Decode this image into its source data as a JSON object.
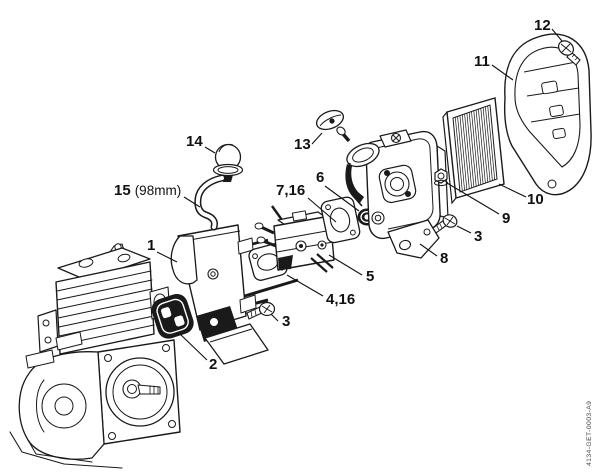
{
  "figure": {
    "background": "#ffffff",
    "line_color": "#1a1a1a",
    "doc_code": "4134-GET-0003-A9"
  },
  "callouts": {
    "n1": "1",
    "n2": "2",
    "n3a": "3",
    "n3b": "3",
    "n4_16": "4,16",
    "n5": "5",
    "n6": "6",
    "n7_16": "7,16",
    "n8": "8",
    "n9": "9",
    "n10": "10",
    "n11": "11",
    "n12": "12",
    "n13": "13",
    "n14": "14",
    "n15": "15",
    "n15_note": "(98mm)"
  }
}
